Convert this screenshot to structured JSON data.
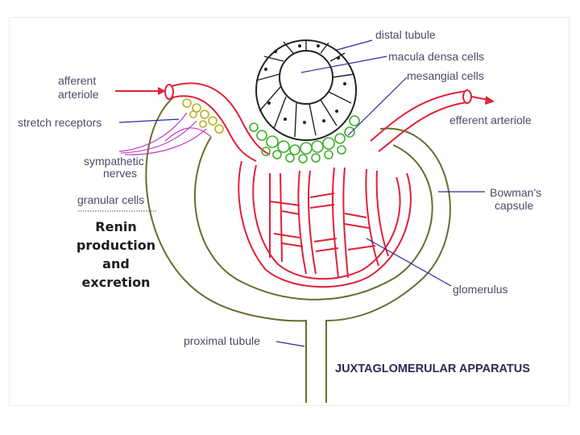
{
  "diagram": {
    "title": "JUXTAGLOMERULAR APPARATUS",
    "labels": {
      "distal_tubule": "distal tubule",
      "macula_densa": "macula densa cells",
      "mesangial": "mesangial cells",
      "afferent_1": "afferent",
      "afferent_2": "arteriole",
      "efferent": "efferent arteriole",
      "stretch": "stretch receptors",
      "sympathetic_1": "sympathetic",
      "sympathetic_2": "nerves",
      "granular": "granular cells",
      "bowmans_1": "Bowman's",
      "bowmans_2": "capsule",
      "glomerulus": "glomerulus",
      "proximal": "proximal tubule"
    },
    "renin": [
      "Renin",
      "production",
      "and",
      "excretion"
    ]
  },
  "colors": {
    "capsule": "#6b6b2f",
    "vessel": "#e0213a",
    "cell_green": "#3fae2c",
    "nerve": "#c23ac2",
    "label_line": "#2a2aa0",
    "text": "#4a4a66"
  }
}
